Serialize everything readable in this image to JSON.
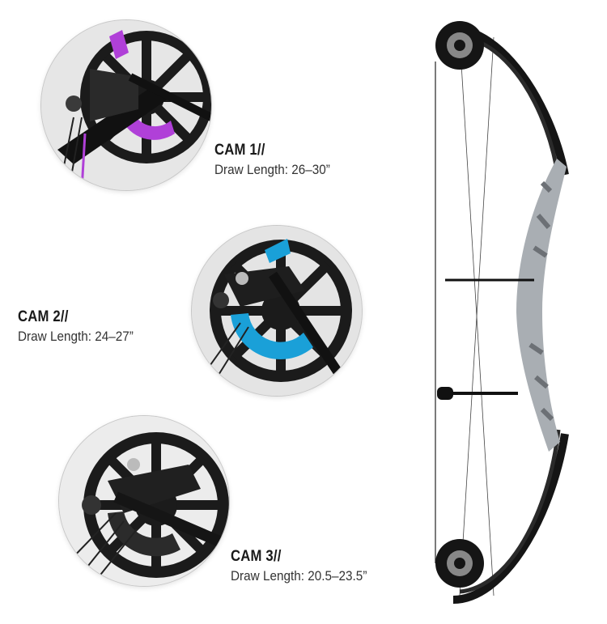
{
  "cams": [
    {
      "id": "cam1",
      "title": "CAM 1//",
      "spec": "Draw Length: 26–30”",
      "module_color": "#b040d8"
    },
    {
      "id": "cam2",
      "title": "CAM 2//",
      "spec": "Draw Length: 24–27”",
      "module_color": "#1aa0d8"
    },
    {
      "id": "cam3",
      "title": "CAM 3//",
      "spec": "Draw Length: 20.5–23.5”",
      "module_color": "#1c1c1c"
    }
  ],
  "colors": {
    "riser": "#a9aeb3",
    "limbs": "#151515",
    "cam_body": "#1a1a1a"
  }
}
